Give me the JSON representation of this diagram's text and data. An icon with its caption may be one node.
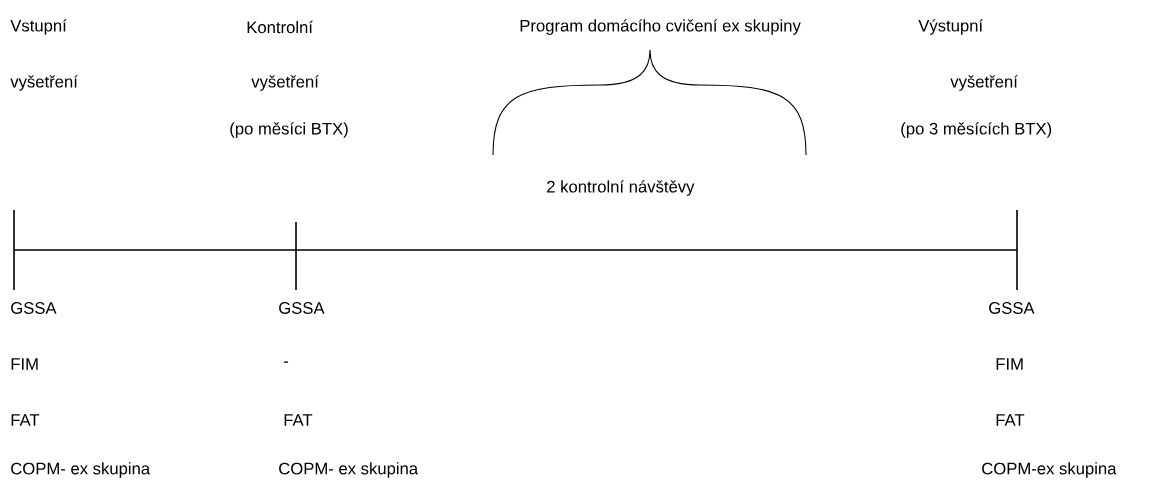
{
  "diagram": {
    "labels": [
      "Vstupní",
      "Kontrolní",
      "Program domácího cvičení ex skupiny",
      "Výstupní",
      "vyšetření",
      "vyšetření",
      "vyšetření",
      "(po měsíci BTX)",
      "(po 3 měsících BTX)",
      "2 kontrolní návštěvy",
      "GSSA",
      "GSSA",
      "GSSA",
      "FIM",
      "-",
      "FIM",
      "FAT",
      "FAT",
      "FAT",
      "COPM- ex skupina",
      "COPM- ex skupina",
      "COPM-ex skupina"
    ]
  }
}
